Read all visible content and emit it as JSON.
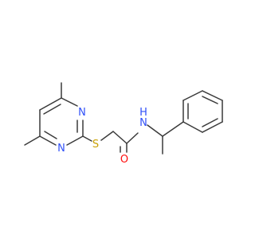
{
  "structure": {
    "atoms": {
      "n_top": {
        "text": "N",
        "color": "#3050F8"
      },
      "n_bottom": {
        "text": "N",
        "color": "#3050F8"
      },
      "s_thioether": {
        "text": "S",
        "color": "#C8A000"
      },
      "o_carbonyl": {
        "text": "O",
        "color": "#FF0D0D"
      },
      "n_amide": {
        "text": "N",
        "color": "#3050F8"
      },
      "h_amide": {
        "text": "H",
        "color": "#3050F8"
      }
    },
    "bond_color": "#3a3a3a"
  }
}
